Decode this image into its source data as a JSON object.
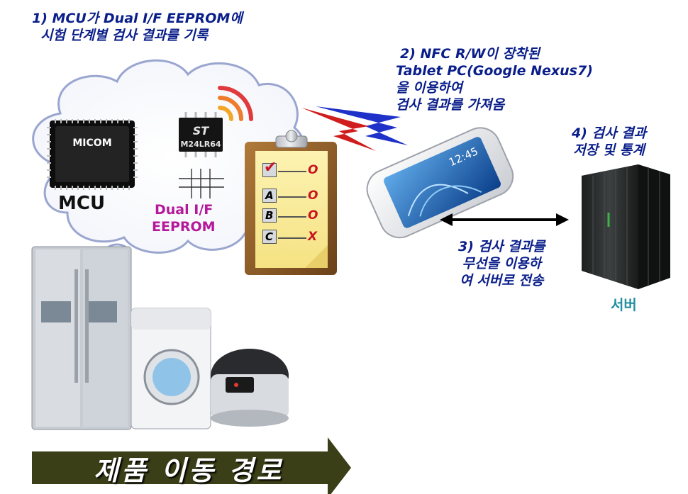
{
  "steps": {
    "step1_line1": "1)  MCU가 Dual I/F EEPROM에",
    "step1_line2": "시험 단계별 검사 결과를 기록",
    "step2_line1": "2) NFC R/W이 장착된",
    "step2_line2": "Tablet PC(Google Nexus7)",
    "step2_line3": "을  이용하여",
    "step2_line4": "검사 결과를  가져옴",
    "step3_line1": "3) 검사 결과를",
    "step3_line2": "무선을 이용하",
    "step3_line3": "여 서버로 전송",
    "step4_line1": "4) 검사 결과",
    "step4_line2": "저장 및 통계"
  },
  "labels": {
    "mcu": "MCU",
    "micom_chip": "MICOM",
    "eeprom_line1": "Dual I/F",
    "eeprom_line2": "EEPROM",
    "eeprom_chip": "M24LR64",
    "eeprom_logo": "ST",
    "server": "서버",
    "phone_time": "12:45",
    "route": "제품 이동 경로"
  },
  "checklist": [
    {
      "label": "",
      "mark": "O"
    },
    {
      "label": "A",
      "mark": "O"
    },
    {
      "label": "B",
      "mark": "O"
    },
    {
      "label": "C",
      "mark": "X"
    }
  ],
  "colors": {
    "note_text": "#0a1e8a",
    "eeprom_label": "#b5189a",
    "server_label": "#238fa0",
    "route_arrow": "#3a3f17",
    "cloud_stroke": "#9aa6cf",
    "mark_red": "#c8141e"
  },
  "icons": {
    "nfc_signal": "wifi-arcs",
    "wireless": "lightning-bolts",
    "link": "double-arrow"
  }
}
